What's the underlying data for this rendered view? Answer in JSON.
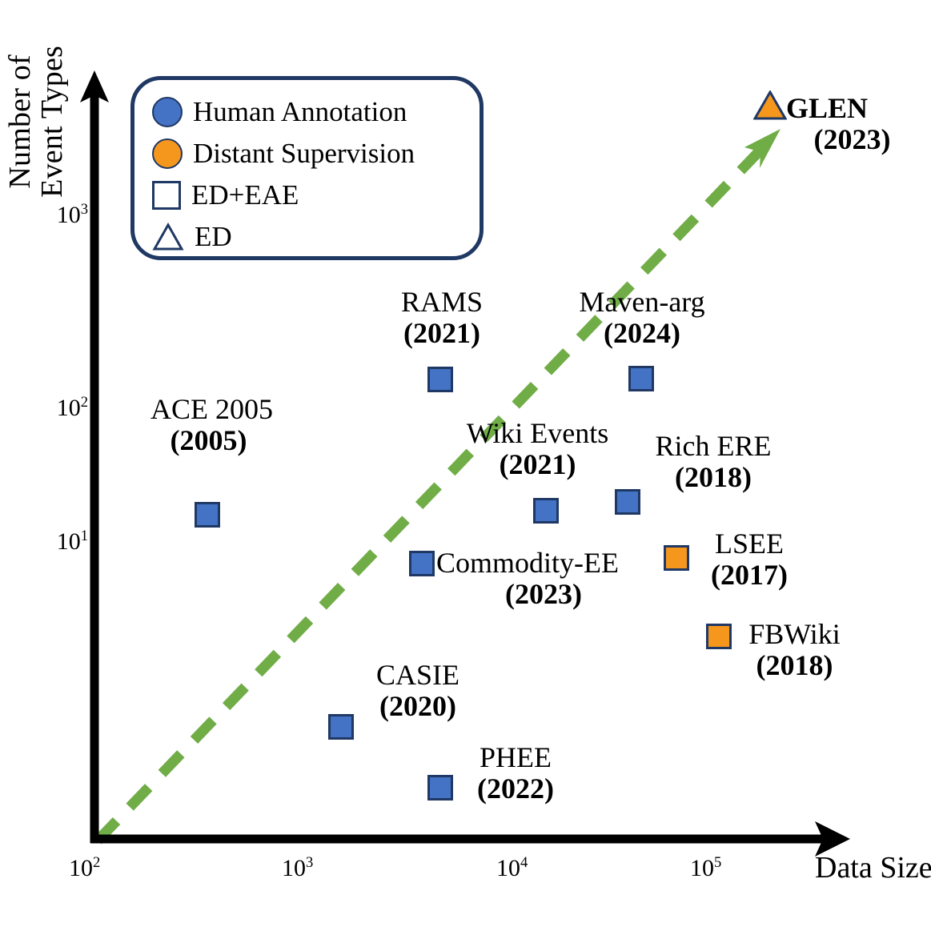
{
  "chart_data": {
    "type": "scatter",
    "title": "",
    "xlabel": "Data Size",
    "ylabel": "Number of\nEvent Types",
    "xscale": "log",
    "yscale": "log",
    "xticks": [
      "10^2",
      "10^3",
      "10^4",
      "10^5"
    ],
    "xtick_labels": [
      {
        "mantissa": "10",
        "exp": "2"
      },
      {
        "mantissa": "10",
        "exp": "3"
      },
      {
        "mantissa": "10",
        "exp": "4"
      },
      {
        "mantissa": "10",
        "exp": "5"
      }
    ],
    "yticks": [
      "10^1",
      "10^2",
      "10^3"
    ],
    "ytick_labels": [
      {
        "mantissa": "10",
        "exp": "3"
      },
      {
        "mantissa": "10",
        "exp": "2"
      },
      {
        "mantissa": "10",
        "exp": "1"
      }
    ],
    "xlim": [
      100,
      300000
    ],
    "ylim": [
      1,
      5000
    ],
    "grid": false,
    "legend_position": "top-left",
    "annotation_trend": "dashed green arrow from origin toward GLEN",
    "points": [
      {
        "name": "ACE 2005",
        "year": "(2005)",
        "x": 370,
        "y": 33,
        "annotation": "Human Annotation",
        "task": "ED+EAE",
        "marker": "square",
        "color": "#4472C4"
      },
      {
        "name": "RAMS",
        "year": "(2021)",
        "x": 3800,
        "y": 139,
        "annotation": "Human Annotation",
        "task": "ED+EAE",
        "marker": "square",
        "color": "#4472C4"
      },
      {
        "name": "Maven-arg",
        "year": "(2024)",
        "x": 50000,
        "y": 143,
        "annotation": "Human Annotation",
        "task": "ED+EAE",
        "marker": "square",
        "color": "#4472C4"
      },
      {
        "name": "Wiki Events",
        "year": "(2021)",
        "x": 16000,
        "y": 33,
        "annotation": "Human Annotation",
        "task": "ED+EAE",
        "marker": "square",
        "color": "#4472C4"
      },
      {
        "name": "Rich ERE",
        "year": "(2018)",
        "x": 41000,
        "y": 38,
        "annotation": "Human Annotation",
        "task": "ED+EAE",
        "marker": "square",
        "color": "#4472C4"
      },
      {
        "name": "Commodity-EE",
        "year": "(2023)",
        "x": 4800,
        "y": 16,
        "annotation": "Human Annotation",
        "task": "ED+EAE",
        "marker": "square",
        "color": "#4472C4"
      },
      {
        "name": "LSEE",
        "year": "(2017)",
        "x": 90000,
        "y": 18,
        "annotation": "Distant Supervision",
        "task": "ED+EAE",
        "marker": "square",
        "color": "#F6971D"
      },
      {
        "name": "FBWiki",
        "year": "(2018)",
        "x": 150000,
        "y": 9,
        "annotation": "Distant Supervision",
        "task": "ED+EAE",
        "marker": "square",
        "color": "#F6971D"
      },
      {
        "name": "CASIE",
        "year": "(2020)",
        "x": 1700,
        "y": 4,
        "annotation": "Human Annotation",
        "task": "ED+EAE",
        "marker": "square",
        "color": "#4472C4"
      },
      {
        "name": "PHEE",
        "year": "(2022)",
        "x": 5000,
        "y": 2,
        "annotation": "Human Annotation",
        "task": "ED+EAE",
        "marker": "square",
        "color": "#4472C4"
      },
      {
        "name": "GLEN",
        "year": "(2023)",
        "x": 205000,
        "y": 3465,
        "annotation": "Distant Supervision",
        "task": "ED",
        "marker": "triangle",
        "color": "#F6971D"
      }
    ]
  },
  "axes": {
    "ylabel_text": "Number of\nEvent Types",
    "xlabel_text": "Data Size"
  },
  "legend": {
    "items": [
      {
        "label": "Human Annotation",
        "glyph": "filled-circle",
        "color": "#4472C4"
      },
      {
        "label": "Distant Supervision",
        "glyph": "filled-circle",
        "color": "#F6971D"
      },
      {
        "label": "ED+EAE",
        "glyph": "open-square",
        "color": "#1F3864"
      },
      {
        "label": "ED",
        "glyph": "open-triangle",
        "color": "#1F3864"
      }
    ]
  },
  "ticks": {
    "x": [
      {
        "mantissa": "10",
        "exp": "2"
      },
      {
        "mantissa": "10",
        "exp": "3"
      },
      {
        "mantissa": "10",
        "exp": "4"
      },
      {
        "mantissa": "10",
        "exp": "5"
      }
    ],
    "y": [
      {
        "mantissa": "10",
        "exp": "3"
      },
      {
        "mantissa": "10",
        "exp": "2"
      },
      {
        "mantissa": "10",
        "exp": "1"
      }
    ]
  },
  "labels": {
    "ace": {
      "name": "ACE 2005",
      "year": "(2005)"
    },
    "rams": {
      "name": "RAMS",
      "year": "(2021)"
    },
    "maven": {
      "name": "Maven-arg",
      "year": "(2024)"
    },
    "wiki": {
      "name": "Wiki Events",
      "year": "(2021)"
    },
    "richere": {
      "name": "Rich ERE",
      "year": "(2018)"
    },
    "commodity": {
      "name": "Commodity-EE",
      "year": "(2023)"
    },
    "lsee": {
      "name": "LSEE",
      "year": "(2017)"
    },
    "fbwiki": {
      "name": "FBWiki",
      "year": "(2018)"
    },
    "casie": {
      "name": "CASIE",
      "year": "(2020)"
    },
    "phee": {
      "name": "PHEE",
      "year": "(2022)"
    },
    "glen": {
      "name": "GLEN",
      "year": "(2023)"
    }
  },
  "colors": {
    "human": "#4472C4",
    "distant": "#F6971D",
    "marker_border": "#1F3864",
    "legend_border": "#1F3864",
    "trend": "#70AD47",
    "axis": "#000000"
  }
}
